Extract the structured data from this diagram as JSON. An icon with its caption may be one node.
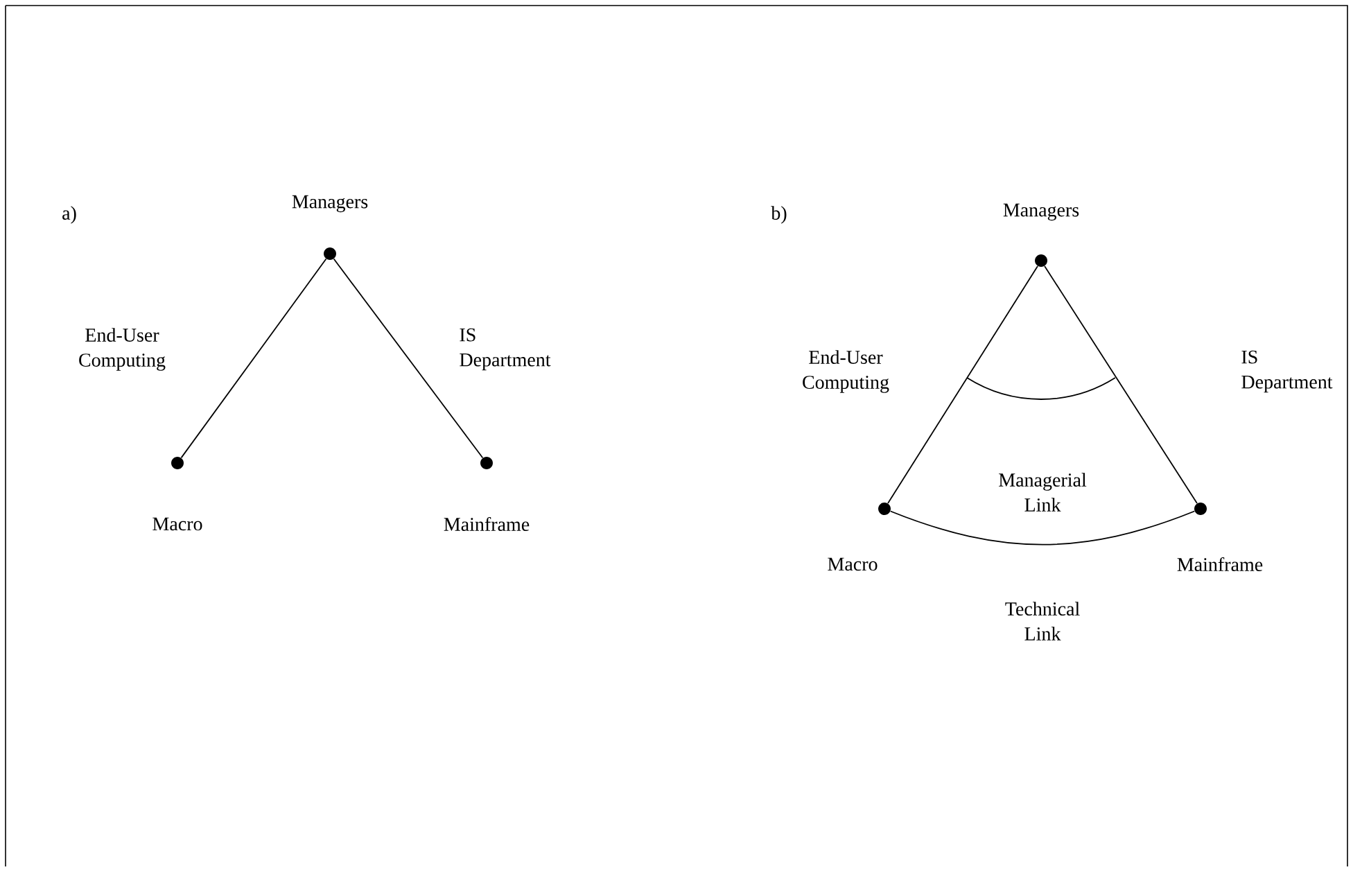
{
  "diagram": {
    "nodes": [
      {
        "text": [],
        "shape": "circle",
        "beside": [
          "Managers"
        ]
      },
      {
        "text": [],
        "shape": "circle",
        "beside": [
          "Macro"
        ]
      },
      {
        "text": [],
        "shape": "circle",
        "beside": [
          "Mainframe"
        ]
      },
      {
        "text": [],
        "shape": "circle",
        "beside": [
          "Managers"
        ]
      },
      {
        "text": [],
        "shape": "circle",
        "beside": [
          "Macro"
        ]
      },
      {
        "text": [],
        "shape": "circle",
        "beside": [
          "Mainframe"
        ]
      }
    ],
    "edges": [
      {
        "from": 0,
        "to": 1,
        "arrow": "none",
        "label": "End-User Computing"
      },
      {
        "from": 0,
        "to": 2,
        "arrow": "none",
        "label": "IS Department"
      },
      {
        "from": 3,
        "to": 4,
        "arrow": "none",
        "label": "End-User Computing"
      },
      {
        "from": 3,
        "to": 5,
        "arrow": "none",
        "label": "IS Department"
      },
      {
        "from": 4,
        "to": 5,
        "arrow": "none",
        "label": "Technical Link"
      }
    ],
    "labels": [
      "a)",
      "b)",
      "Managerial Link"
    ]
  }
}
